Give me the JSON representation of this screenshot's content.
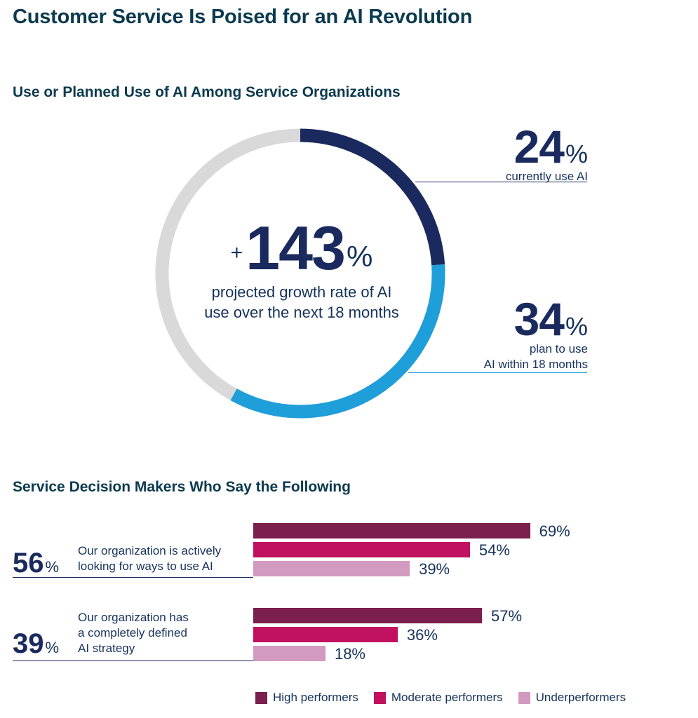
{
  "main_title": "Customer Service Is Poised for an AI Revolution",
  "donut": {
    "section_title": "Use or Planned Use of AI Among Service Organizations",
    "center_prefix": "+",
    "center_value": "143",
    "center_unit": "%",
    "center_line1": "projected growth rate of AI",
    "center_line2": "use over the next 18 months",
    "callout1_value": "24",
    "callout1_unit": "%",
    "callout1_desc": "currently use AI",
    "callout2_value": "34",
    "callout2_unit": "%",
    "callout2_line1": "plan to use",
    "callout2_line2": "AI within 18 months"
  },
  "bars": {
    "section_title": "Service Decision Makers Who Say the Following",
    "stats": [
      {
        "value": "56",
        "unit": "%",
        "desc_lines": [
          "Our organization is actively",
          "looking for ways to use AI"
        ]
      },
      {
        "value": "39",
        "unit": "%",
        "desc_lines": [
          "Our organization has",
          "a completely defined",
          "AI strategy"
        ]
      }
    ]
  },
  "colors": {
    "navy": "#1b2a5e",
    "blue": "#1e9fd9",
    "gray": "#d9d9d9",
    "high": "#7a1f4e",
    "moderate": "#c0125f",
    "under": "#d39ac0"
  },
  "chart_data": [
    {
      "type": "pie",
      "categories": [
        "currently use AI",
        "plan to use AI within 18 months"
      ],
      "values": [
        24,
        34
      ],
      "total": 100
    },
    {
      "type": "bar",
      "orientation": "horizontal",
      "categories": [
        "Our organization is actively looking for ways to use AI",
        "Our organization has a completely defined AI strategy"
      ],
      "series": [
        {
          "name": "High performers",
          "values": [
            69,
            57
          ],
          "labels": [
            "69%",
            "57%"
          ]
        },
        {
          "name": "Moderate performers",
          "values": [
            54,
            36
          ],
          "labels": [
            "54%",
            "36%"
          ]
        },
        {
          "name": "Underperformers",
          "values": [
            39,
            18
          ],
          "labels": [
            "39%",
            "18%"
          ]
        }
      ],
      "xlim": [
        0,
        100
      ],
      "legend_position": "bottom"
    }
  ]
}
